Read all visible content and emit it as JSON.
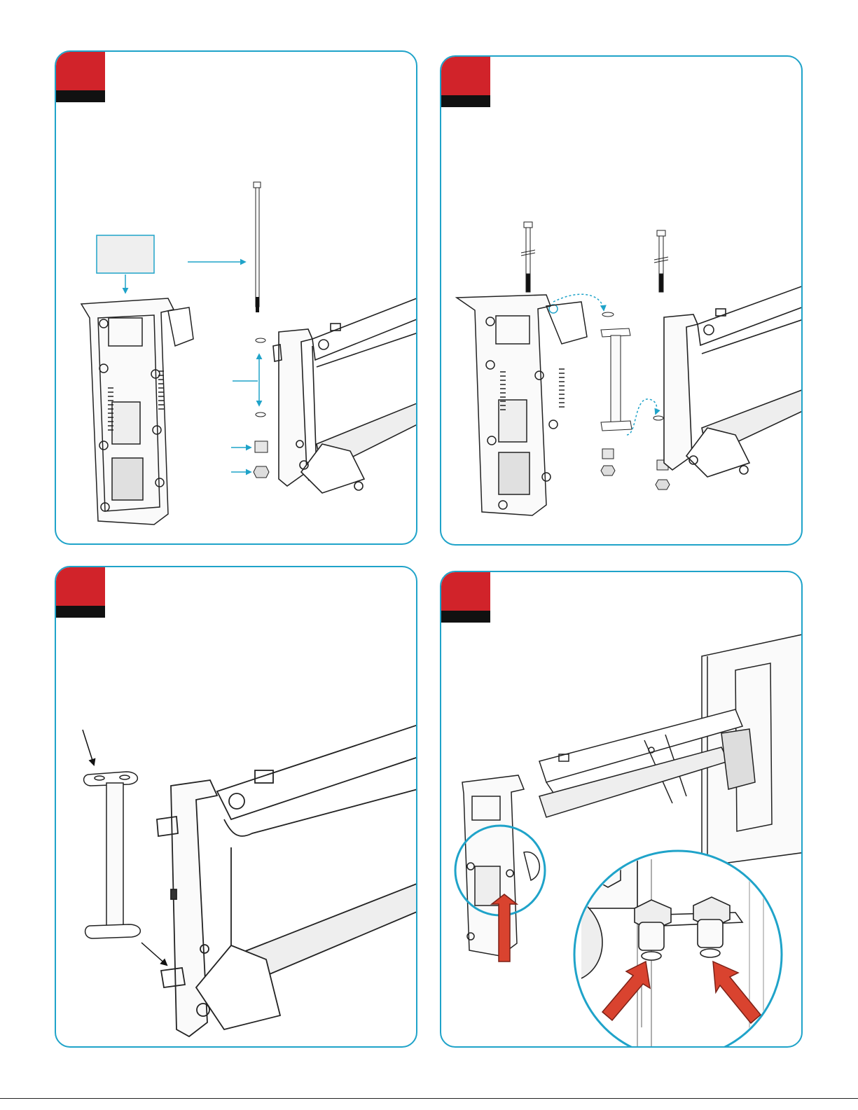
{
  "page": {
    "title": "",
    "steps": [
      {
        "id": 1,
        "number": ""
      },
      {
        "id": 2,
        "number": ""
      },
      {
        "id": 3,
        "number": ""
      },
      {
        "id": 4,
        "number": ""
      }
    ]
  },
  "colors": {
    "accent": "#1fa3c9",
    "badge_red": "#d1232a",
    "badge_black": "#111111",
    "push_arrow": "#d9432f"
  },
  "icons": {
    "hardware_arrows": "arrow-right-icon",
    "spacing_arrow": "arrow-double-vertical-icon",
    "push_arrows": "arrow-up-icon"
  }
}
